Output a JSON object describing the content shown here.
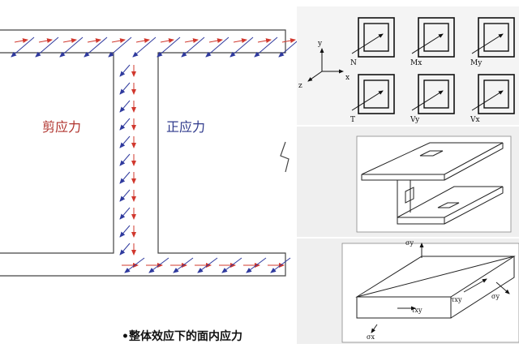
{
  "labels": {
    "shear": "剪应力",
    "normal": "正应力",
    "caption": "•整体效应下的面内应力"
  },
  "axes": {
    "y": "y",
    "x": "x",
    "z": "z"
  },
  "force_diagrams": [
    {
      "symbol": "N"
    },
    {
      "symbol": "Mx"
    },
    {
      "symbol": "My"
    },
    {
      "symbol": "T"
    },
    {
      "symbol": "Vy"
    },
    {
      "symbol": "Vx"
    }
  ],
  "plate_labels": {
    "sigma_y": "σy",
    "tau_xy_top": "τxy",
    "sigma_y_right": "σy",
    "tau_xy": "τxy",
    "sigma_x": "σx"
  },
  "colors": {
    "red_arrow": "#d1382e",
    "blue_arrow": "#2f3a9e",
    "outline": "#333333",
    "panel_gray": "#efefef"
  }
}
